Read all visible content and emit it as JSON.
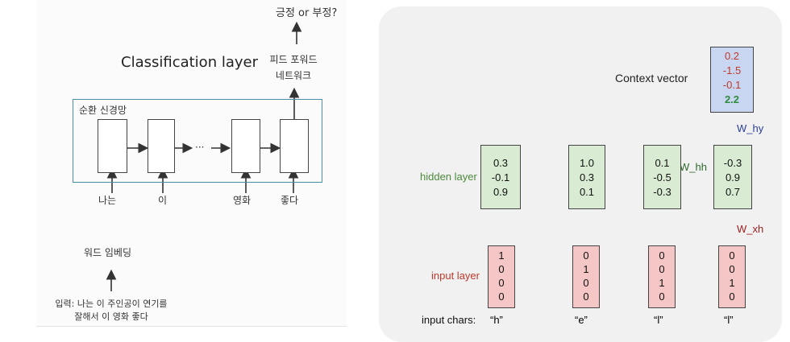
{
  "left": {
    "output": "긍정 or 부정?",
    "classification_layer": "Classification layer",
    "ffn_line1": "피드 포워드",
    "ffn_line2": "네트워크",
    "rnn_title": "순환 신경망",
    "ellipsis": "···",
    "tokens": [
      "나는",
      "이",
      "영화",
      "좋다"
    ],
    "embedding": "워드 임베딩",
    "input_line1": "입력: 나는 이 주인공이 연기를",
    "input_line2": "잘해서 이 영화 좋다"
  },
  "right": {
    "context_vector_label": "Context vector",
    "context_vector": [
      "0.2",
      "-1.5",
      "-0.1",
      "2.2"
    ],
    "w_hy": "W_hy",
    "w_hh": "W_hh",
    "w_xh": "W_xh",
    "hidden_label": "hidden layer",
    "input_label": "input layer",
    "chars_label": "input chars:",
    "hidden": [
      [
        "0.3",
        "-0.1",
        "0.9"
      ],
      [
        "1.0",
        "0.3",
        "0.1"
      ],
      [
        "0.1",
        "-0.5",
        "-0.3"
      ],
      [
        "-0.3",
        "0.9",
        "0.7"
      ]
    ],
    "inputs": [
      [
        "1",
        "0",
        "0",
        "0"
      ],
      [
        "0",
        "1",
        "0",
        "0"
      ],
      [
        "0",
        "0",
        "1",
        "0"
      ],
      [
        "0",
        "0",
        "1",
        "0"
      ]
    ],
    "chars": [
      "“h”",
      "“e”",
      "“l”",
      "“l”"
    ]
  },
  "colors": {
    "red_arrow": "#b22222",
    "green_arrow": "#4c8a3c",
    "blue_arrow": "#3a5fbf",
    "red_text": "#c0392b",
    "green_text": "#2e8b3e"
  }
}
